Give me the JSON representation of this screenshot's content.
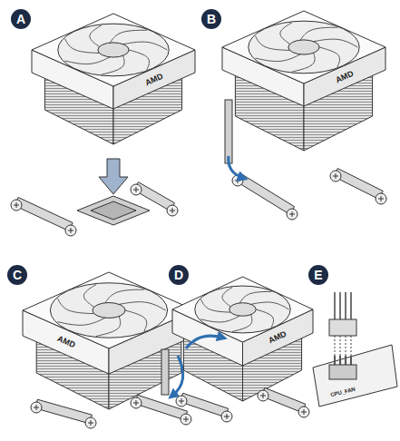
{
  "diagram": {
    "nodes": [
      {
        "text": [
          "A"
        ]
      },
      {
        "text": [
          "B"
        ]
      },
      {
        "text": [
          "C"
        ]
      },
      {
        "text": [
          "D"
        ]
      },
      {
        "text": [
          "E"
        ]
      }
    ],
    "labels": [
      "AMD",
      "AMD",
      "AMD",
      "AMD",
      "CPU_FAN"
    ]
  }
}
